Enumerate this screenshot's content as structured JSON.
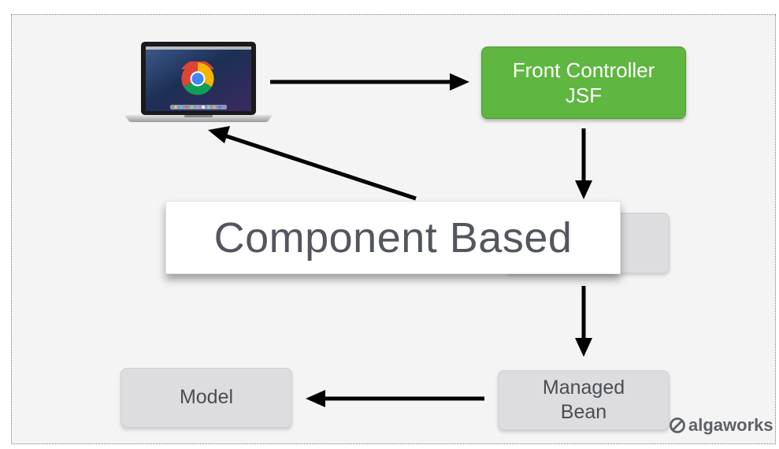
{
  "diagram": {
    "nodes": {
      "front_controller": {
        "line1": "Front Controller",
        "line2": "JSF"
      },
      "middle_box": {
        "text": ""
      },
      "managed_bean": {
        "line1": "Managed",
        "line2": "Bean"
      },
      "model": {
        "label": "Model"
      }
    },
    "banner": {
      "text": "Component Based"
    },
    "icons": {
      "client": "laptop-with-chrome-browser-icon",
      "brand": "algaworks-logo-icon"
    },
    "colors": {
      "front_controller_fill": "#5fb640",
      "box_fill": "#dddde0",
      "text": "#4a4d54",
      "arrow": "#000000",
      "chrome_red": "#db4437",
      "chrome_yellow": "#f4b400",
      "chrome_green": "#0f9d58",
      "chrome_blue": "#4285f4"
    }
  },
  "brand": {
    "text": "algaworks"
  }
}
